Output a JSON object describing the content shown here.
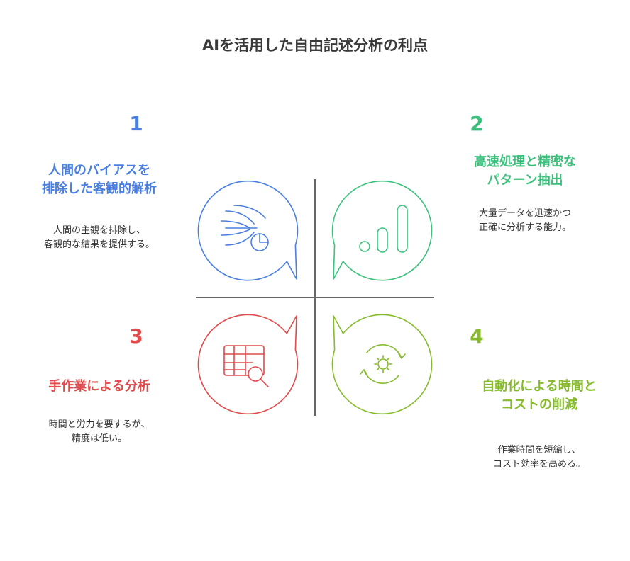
{
  "title": "AIを活用した自由記述分析の利点",
  "colors": {
    "blue": "#4a7fe0",
    "green": "#3cc17d",
    "red": "#e04a4a",
    "olive": "#86bb2d",
    "divider": "#666666"
  },
  "quadrants": [
    {
      "number": "1",
      "heading_lines": [
        "人間のバイアスを",
        "排除した客観的解析"
      ],
      "description_lines": [
        "人間の主観を排除し、",
        "客観的な結果を提供する。"
      ],
      "icon": "wind-chart-icon"
    },
    {
      "number": "2",
      "heading_lines": [
        "高速処理と精密な",
        "パターン抽出"
      ],
      "description_lines": [
        "大量データを迅速かつ",
        "正確に分析する能力。"
      ],
      "icon": "bar-chart-icon"
    },
    {
      "number": "3",
      "heading_lines": [
        "手作業による分析"
      ],
      "description_lines": [
        "時間と労力を要するが、",
        "精度は低い。"
      ],
      "icon": "table-search-icon"
    },
    {
      "number": "4",
      "heading_lines": [
        "自動化による時間と",
        "コストの削減"
      ],
      "description_lines": [
        "作業時間を短縮し、",
        "コスト効率を高める。"
      ],
      "icon": "gear-cycle-icon"
    }
  ]
}
